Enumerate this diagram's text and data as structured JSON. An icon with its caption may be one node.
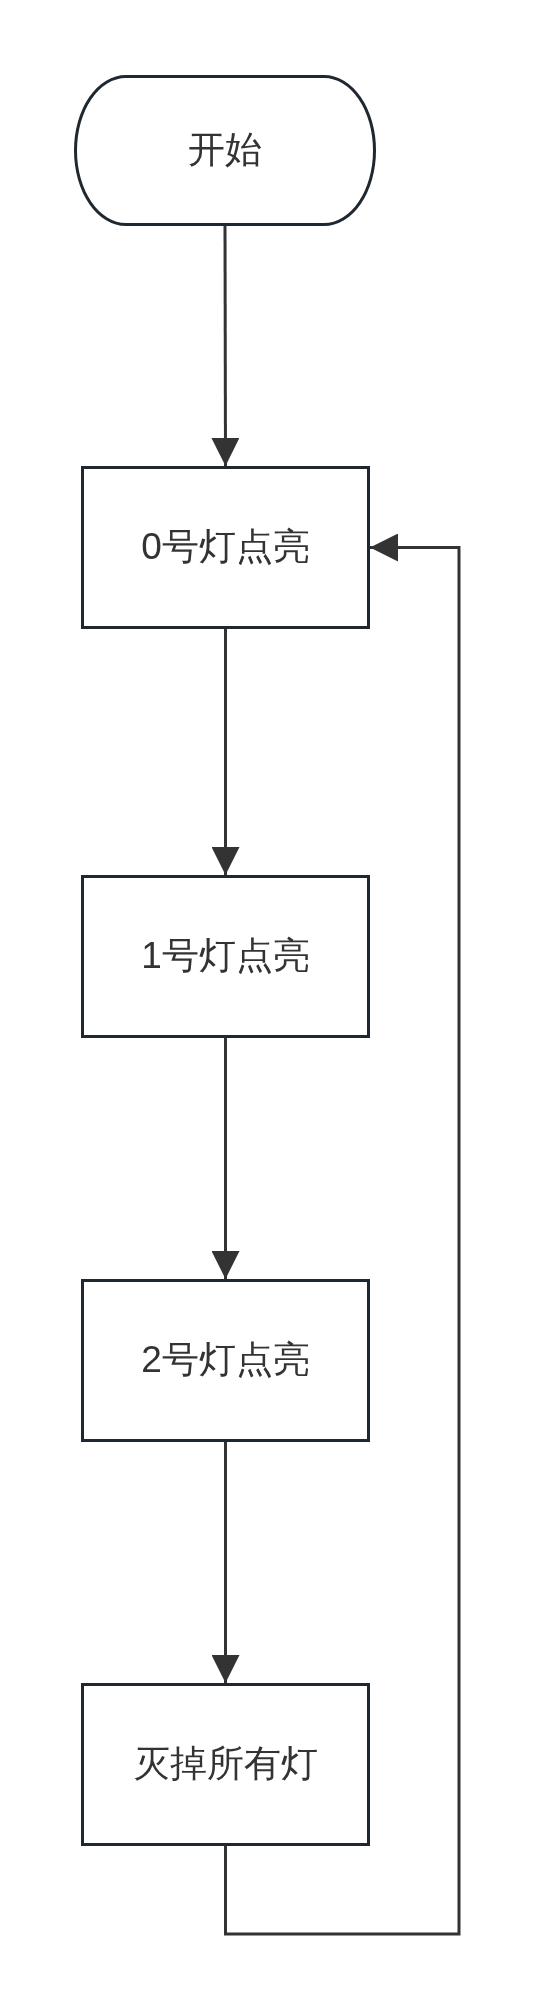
{
  "diagram": {
    "nodes": [
      {
        "text": [
          "开始"
        ]
      },
      {
        "text": [
          "0号灯点亮"
        ]
      },
      {
        "text": [
          "1号灯点亮"
        ]
      },
      {
        "text": [
          "2号灯点亮"
        ]
      },
      {
        "text": [
          "灭掉所有灯"
        ]
      }
    ],
    "edges": [
      {
        "from": 0,
        "to": 1,
        "arrow": "to"
      },
      {
        "from": 1,
        "to": 2,
        "arrow": "to"
      },
      {
        "from": 2,
        "to": 3,
        "arrow": "to"
      },
      {
        "from": 3,
        "to": 4,
        "arrow": "to"
      },
      {
        "from": 4,
        "to": 1,
        "arrow": "to"
      }
    ]
  }
}
